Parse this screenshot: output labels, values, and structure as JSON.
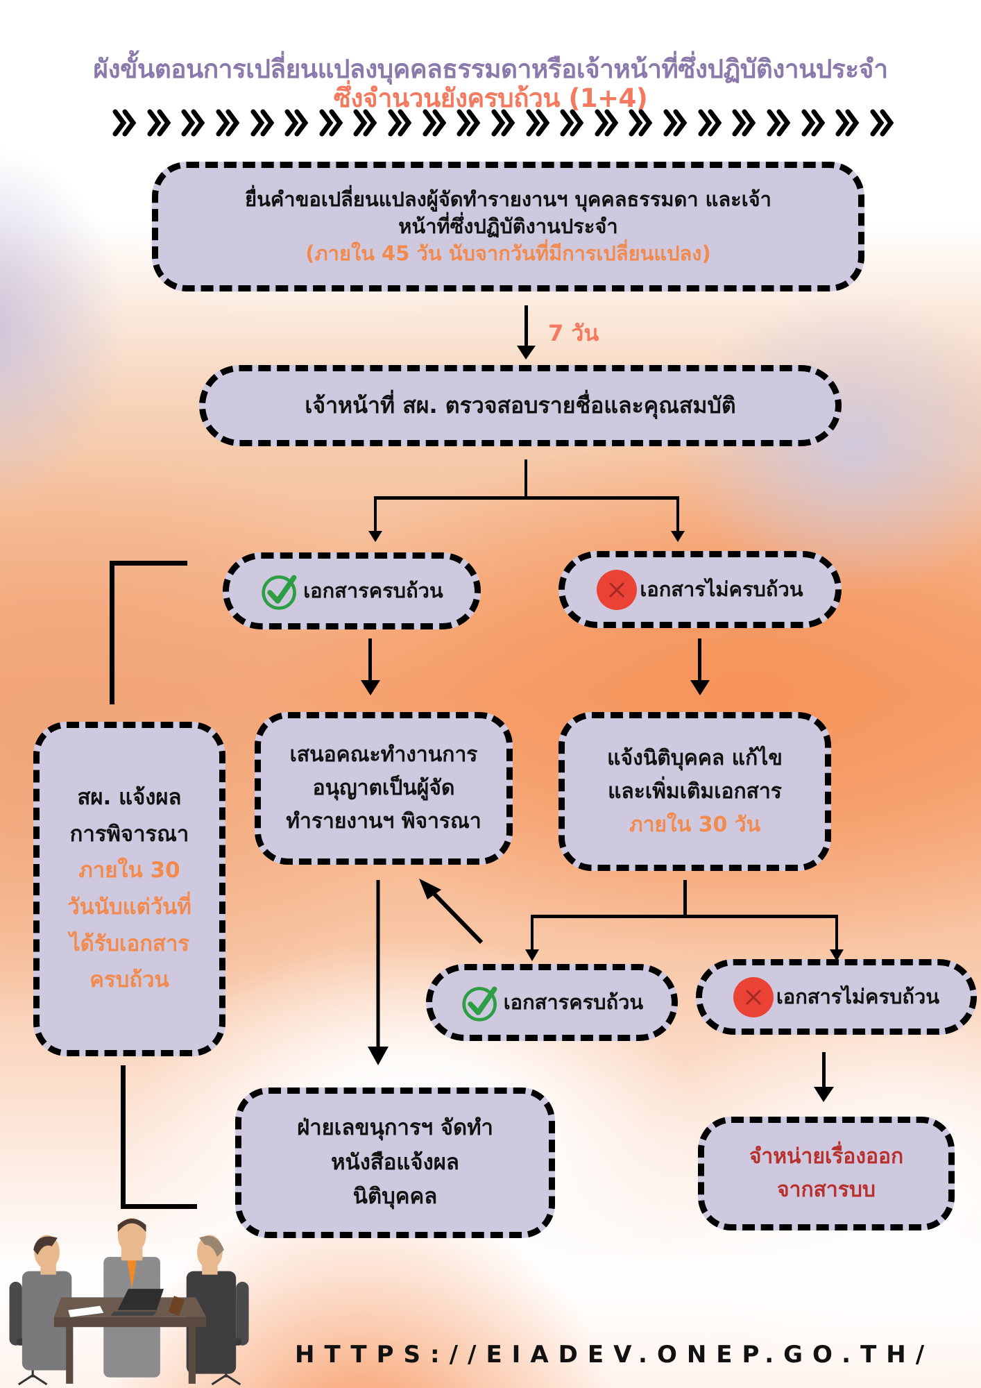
{
  "title": {
    "line1": "ผังขั้นตอนการเปลี่ยนแปลงบุคคลธรรมดาหรือเจ้าหน้าที่ซึ่งปฏิบัติงานประจำ",
    "line2": "ซึ่งจำนวนยังครบถ้วน (1+4)"
  },
  "decor": {
    "chevron_glyph": "»",
    "chevron_count": 23
  },
  "colors": {
    "title": "#8a7aab",
    "subtitle": "#f47a5f",
    "box_fill": "#cfc9df",
    "highlight_orange": "#f28a4e",
    "highlight_red": "#b8302c",
    "check_green": "#2e9e44",
    "cross_red": "#ea4335"
  },
  "steps": {
    "submit": {
      "line1": "ยื่นคำขอเปลี่ยนแปลงผู้จัดทำรายงานฯ  บุคคลธรรมดา และเจ้า",
      "line2": "หน้าที่ซึ่งปฏิบัติงานประจำ",
      "note": "(ภายใน 45 วัน นับจากวันที่มีการเปลี่ยนแปลง)"
    },
    "duration_label": "7 วัน",
    "review": {
      "text": "เจ้าหน้าที่ สผ. ตรวจสอบรายชื่อและคุณสมบัติ"
    },
    "complete_1": {
      "icon": "check-circle-icon",
      "text": "เอกสารครบถ้วน"
    },
    "incomplete_1": {
      "icon": "x-circle-icon",
      "text": "เอกสารไม่ครบถ้วน"
    },
    "committee": {
      "line1": "เสนอคณะทำงานการ",
      "line2": "อนุญาตเป็นผู้จัด",
      "line3": "ทำรายงานฯ พิจารณา"
    },
    "notify_fix": {
      "line1": "แจ้งนิติบุคคล แก้ไข",
      "line2": "และเพิ่มเติมเอกสาร",
      "note": "ภายใน 30 วัน"
    },
    "notify_result": {
      "line1": "สผ. แจ้งผล",
      "line2": "การพิจารณา",
      "note1": "ภายใน 30",
      "note2": "วันนับแต่วันที่",
      "note3": "ได้รับเอกสาร",
      "note4": "ครบถ้วน"
    },
    "complete_2": {
      "icon": "check-circle-icon",
      "text": "เอกสารครบถ้วน"
    },
    "incomplete_2": {
      "icon": "x-circle-icon",
      "text": "เอกสารไม่ครบถ้วน"
    },
    "secretariat": {
      "line1": "ฝ่ายเลขนุการฯ จัดทำ",
      "line2": "หนังสือแจ้งผล",
      "line3": "นิติบุคคล"
    },
    "dismiss": {
      "line1": "จำหน่ายเรื่องออก",
      "line2": "จากสารบบ"
    }
  },
  "illustration": {
    "label": "business-meeting-illustration"
  },
  "footer": {
    "url": "HTTPS://EIADEV.ONEP.GO.TH/"
  }
}
